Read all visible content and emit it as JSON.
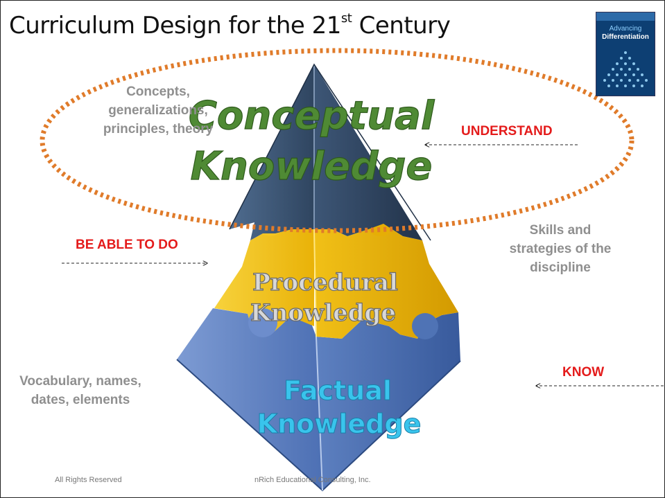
{
  "title": {
    "main": "Curriculum Design for the 21",
    "sup": "st",
    "tail": " Century"
  },
  "book": {
    "top_text": "",
    "line1": "Advancing",
    "line2": "Differentiation"
  },
  "pyramid": {
    "top": {
      "line1": "Conceptual",
      "line2": "Knowledge",
      "color": "#3e5a7a"
    },
    "middle": {
      "line1": "Procedural",
      "line2": "Knowledge",
      "color": "#f3c21a"
    },
    "bottom": {
      "line1": "Factual",
      "line2": "Knowledge",
      "color": "#5b7fc0"
    }
  },
  "side_labels": {
    "conceptual": [
      "Concepts,",
      "generalizations,",
      "principles, theory"
    ],
    "procedural": [
      "Skills and",
      "strategies of the",
      "discipline"
    ],
    "factual": [
      "Vocabulary, names,",
      "dates, elements"
    ]
  },
  "verbs": {
    "understand": "UNDERSTAND",
    "do": "BE ABLE TO DO",
    "know": "KNOW"
  },
  "colors": {
    "ellipse": "#e07b2a",
    "verb": "#e41b1b",
    "label_gray": "#8f8f8f",
    "conceptual_text": "#4f8a34",
    "factual_text": "#39c4ec"
  },
  "footer": {
    "left": "All Rights Reserved",
    "right": "nRich Educational Consulting, Inc."
  }
}
